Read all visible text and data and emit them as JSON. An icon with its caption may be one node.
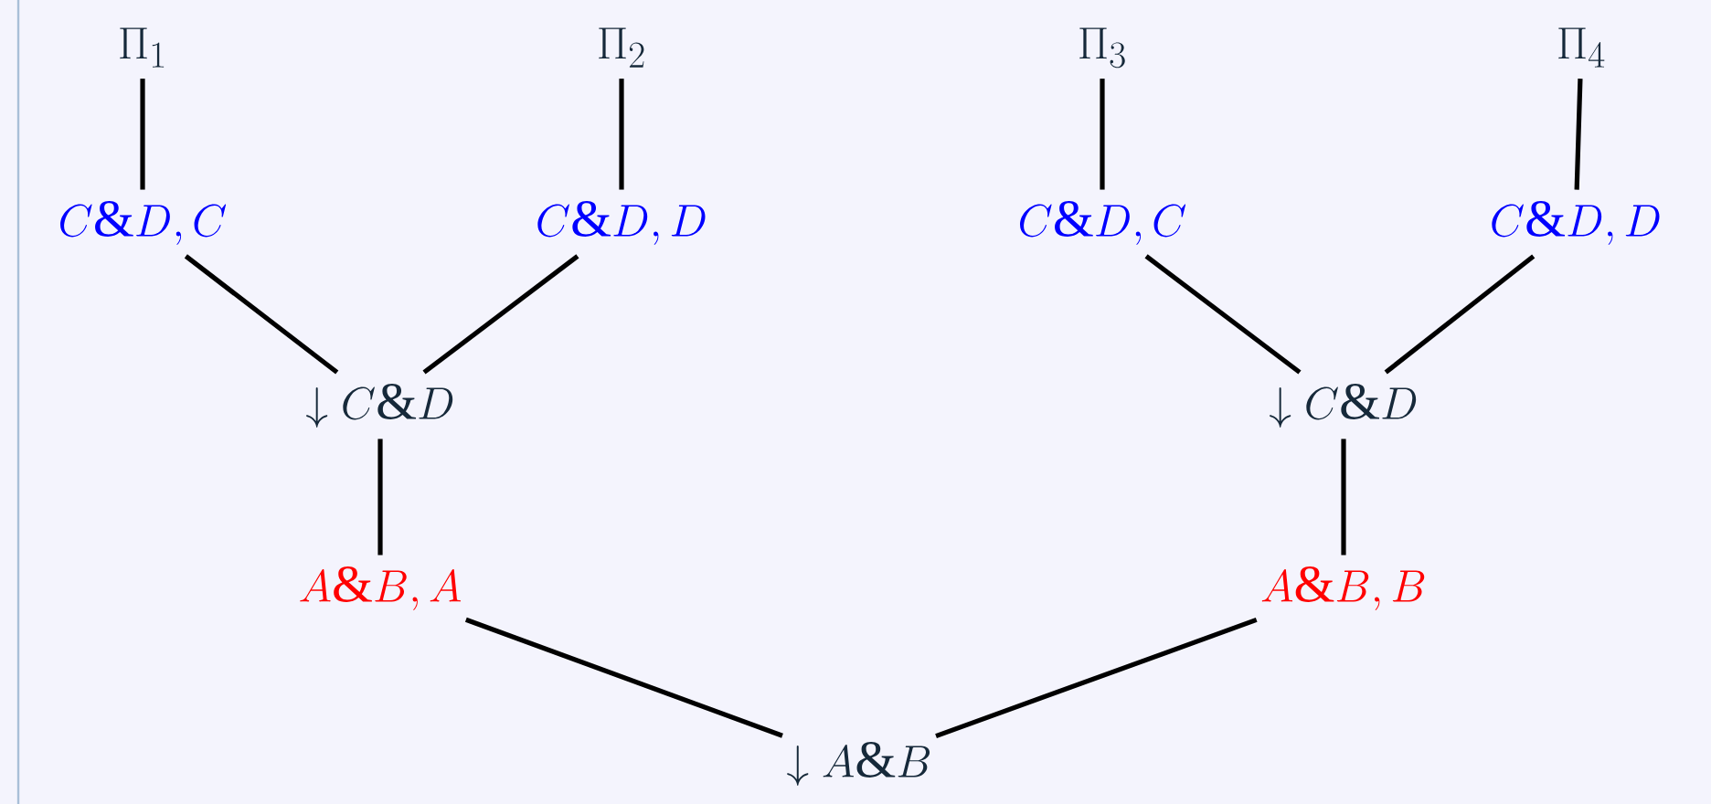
{
  "diagram": {
    "nodes": [
      {
        "text": [
          "\\Pi_1"
        ]
      },
      {
        "text": [
          "\\Pi_2"
        ]
      },
      {
        "text": [
          "\\Pi_3"
        ]
      },
      {
        "text": [
          "\\Pi_4"
        ]
      },
      {
        "text": [
          "C\\&D,C"
        ]
      },
      {
        "text": [
          "C\\&D,D"
        ]
      },
      {
        "text": [
          "C\\&D,C"
        ]
      },
      {
        "text": [
          "C\\&D,D"
        ]
      },
      {
        "text": [
          "\\downarrow C\\&D"
        ]
      },
      {
        "text": [
          "\\downarrow C\\&D"
        ]
      },
      {
        "text": [
          "A\\&B,A"
        ]
      },
      {
        "text": [
          "A\\&B,B"
        ]
      },
      {
        "text": [
          "\\downarrow A\\&B"
        ]
      }
    ],
    "edges": [
      {
        "from": 0,
        "to": 4,
        "arrow": "none"
      },
      {
        "from": 1,
        "to": 5,
        "arrow": "none"
      },
      {
        "from": 2,
        "to": 6,
        "arrow": "none"
      },
      {
        "from": 3,
        "to": 7,
        "arrow": "none"
      },
      {
        "from": 4,
        "to": 8,
        "arrow": "none"
      },
      {
        "from": 5,
        "to": 8,
        "arrow": "none"
      },
      {
        "from": 6,
        "to": 9,
        "arrow": "none"
      },
      {
        "from": 7,
        "to": 9,
        "arrow": "none"
      },
      {
        "from": 8,
        "to": 10,
        "arrow": "none"
      },
      {
        "from": 9,
        "to": 11,
        "arrow": "none"
      },
      {
        "from": 10,
        "to": 12,
        "arrow": "none"
      },
      {
        "from": 11,
        "to": 12,
        "arrow": "none"
      }
    ]
  }
}
